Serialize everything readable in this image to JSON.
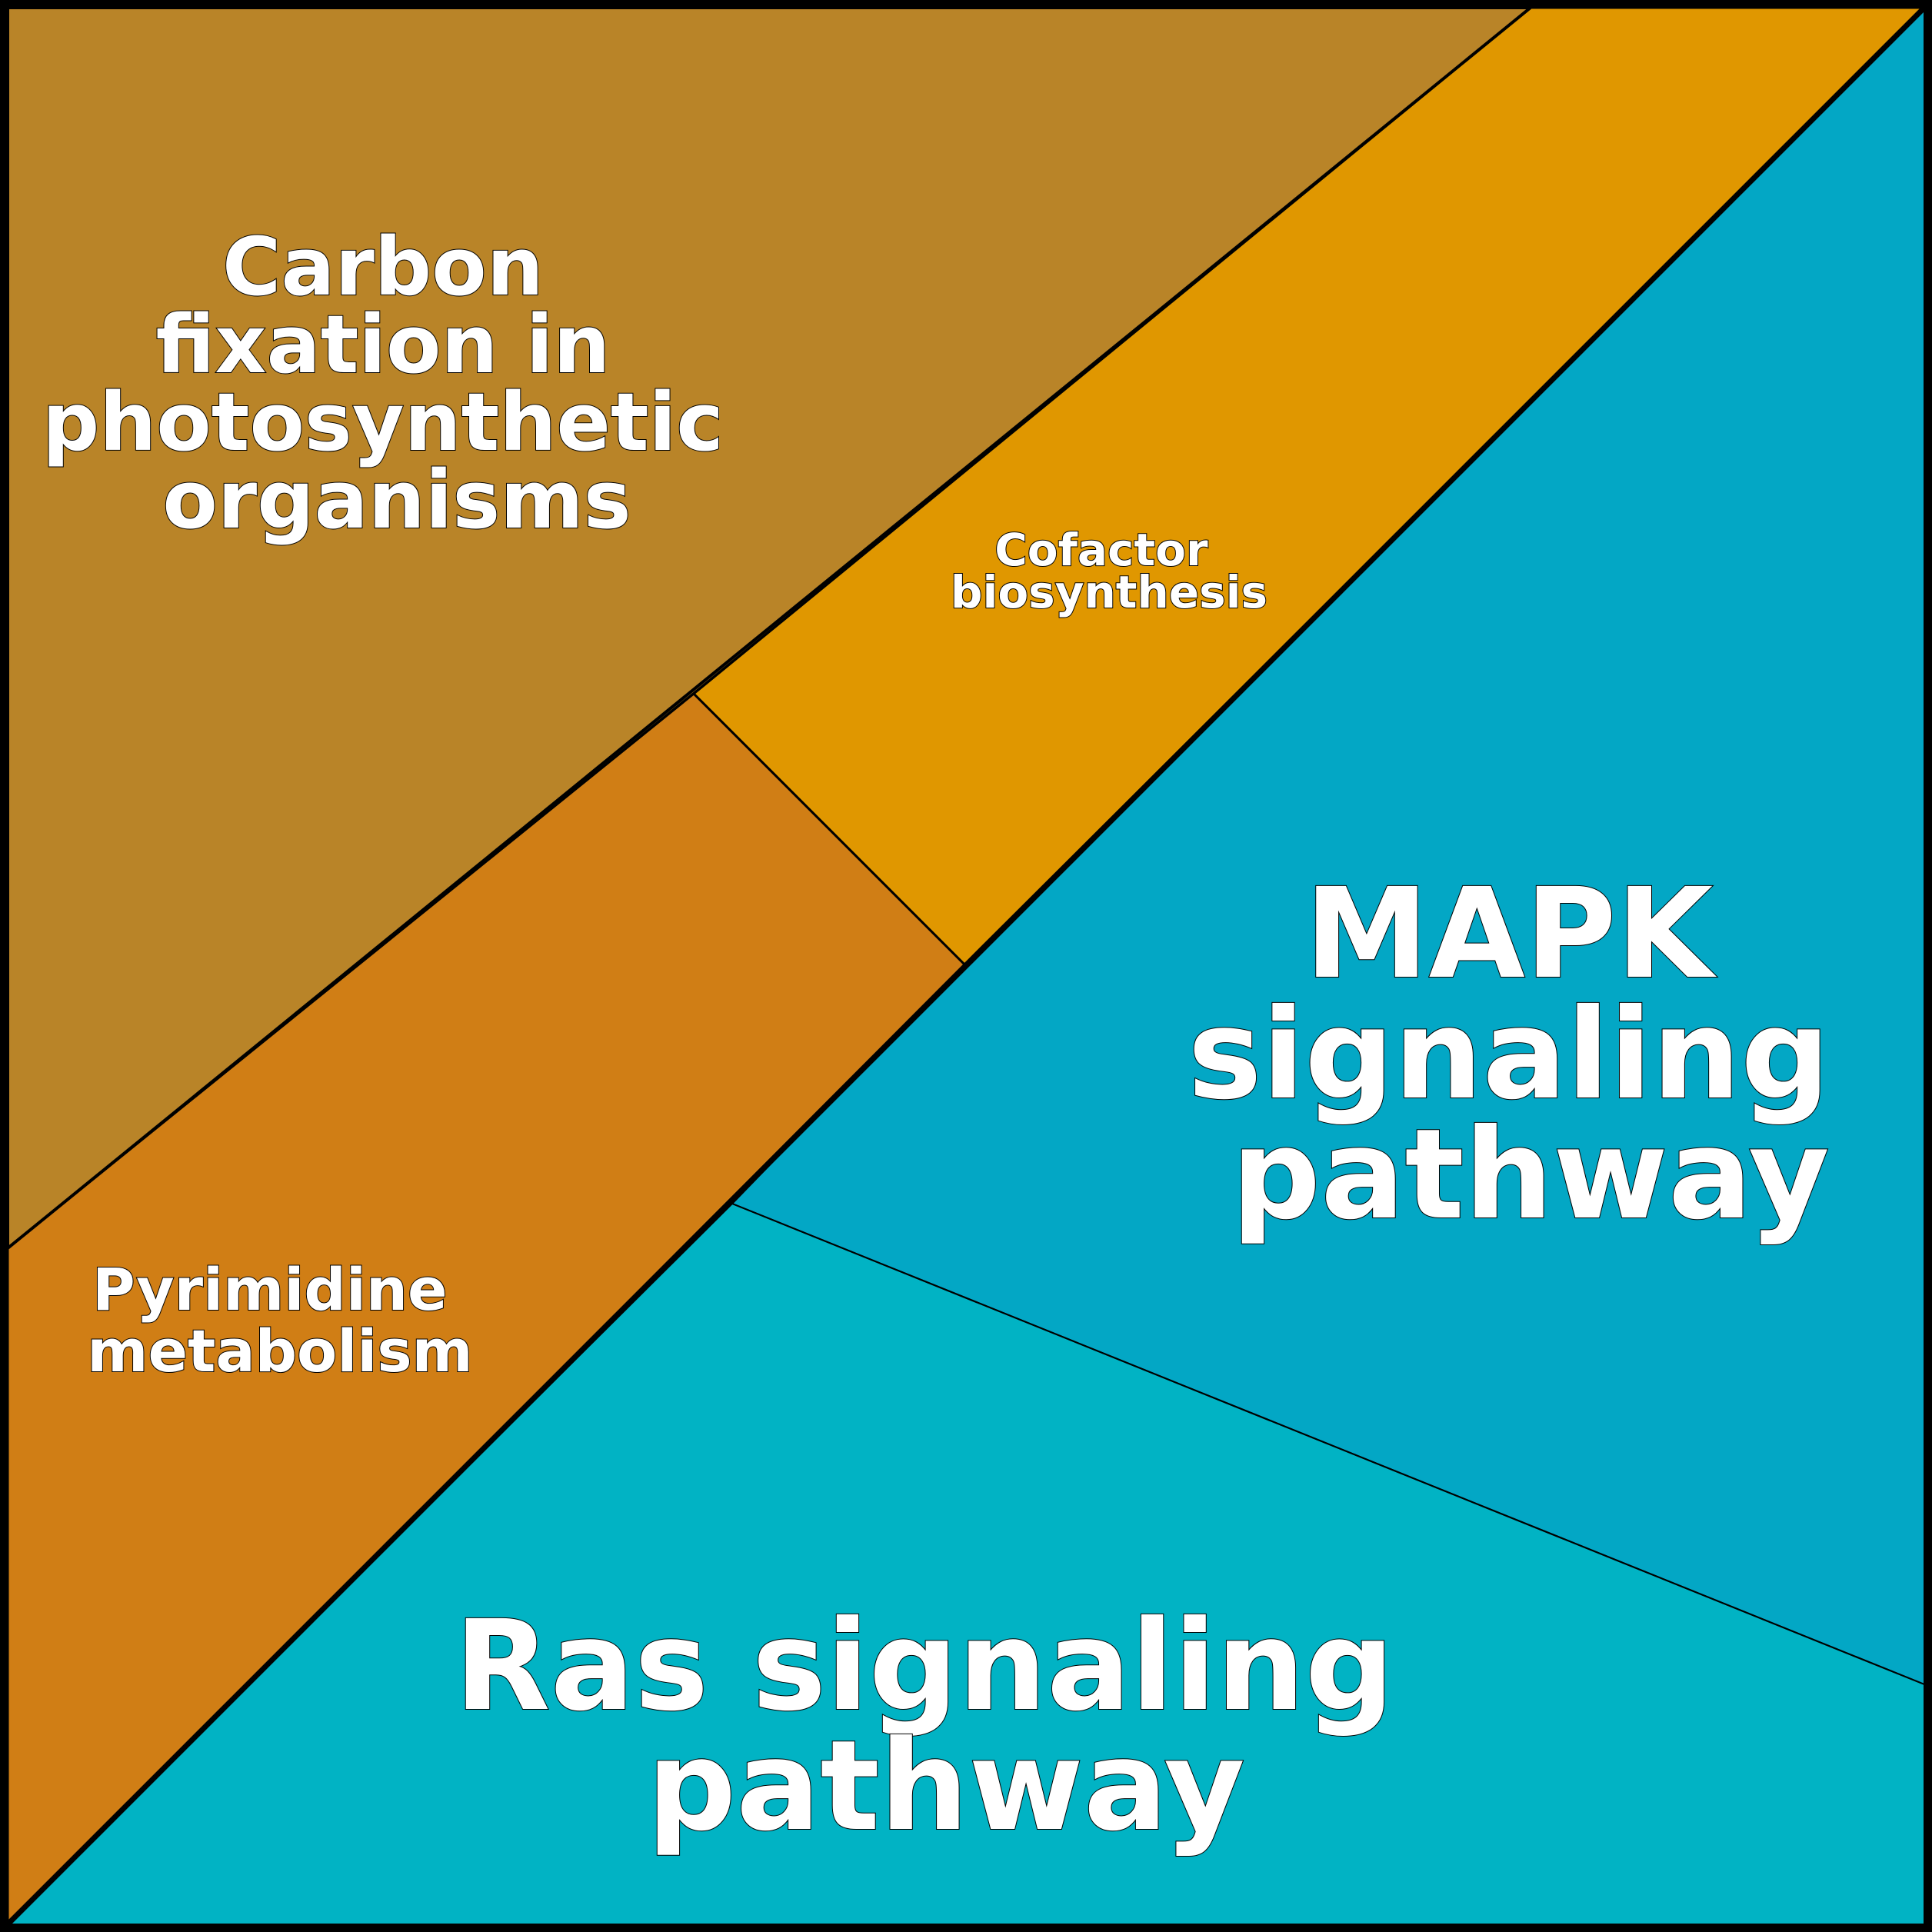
{
  "diagram": {
    "type": "voronoi-treemap",
    "cells": [
      {
        "id": "carbon",
        "label_lines": [
          "Carbon",
          "fixation in",
          "photosynthetic",
          "organisms"
        ],
        "color": "#B98428"
      },
      {
        "id": "cofactor",
        "label_lines": [
          "Cofactor",
          "biosynthesis"
        ],
        "color": "#E09700"
      },
      {
        "id": "pyrimidine",
        "label_lines": [
          "Pyrimidine",
          "metabolism"
        ],
        "color": "#D07E15"
      },
      {
        "id": "mapk",
        "label_lines": [
          "MAPK",
          "signaling",
          "pathway"
        ],
        "color": "#03A7C5"
      },
      {
        "id": "ras",
        "label_lines": [
          "Ras signaling",
          "pathway"
        ],
        "color": "#01B3C4"
      }
    ],
    "border_color": "#000000",
    "text_color": "#FFFFFF"
  }
}
